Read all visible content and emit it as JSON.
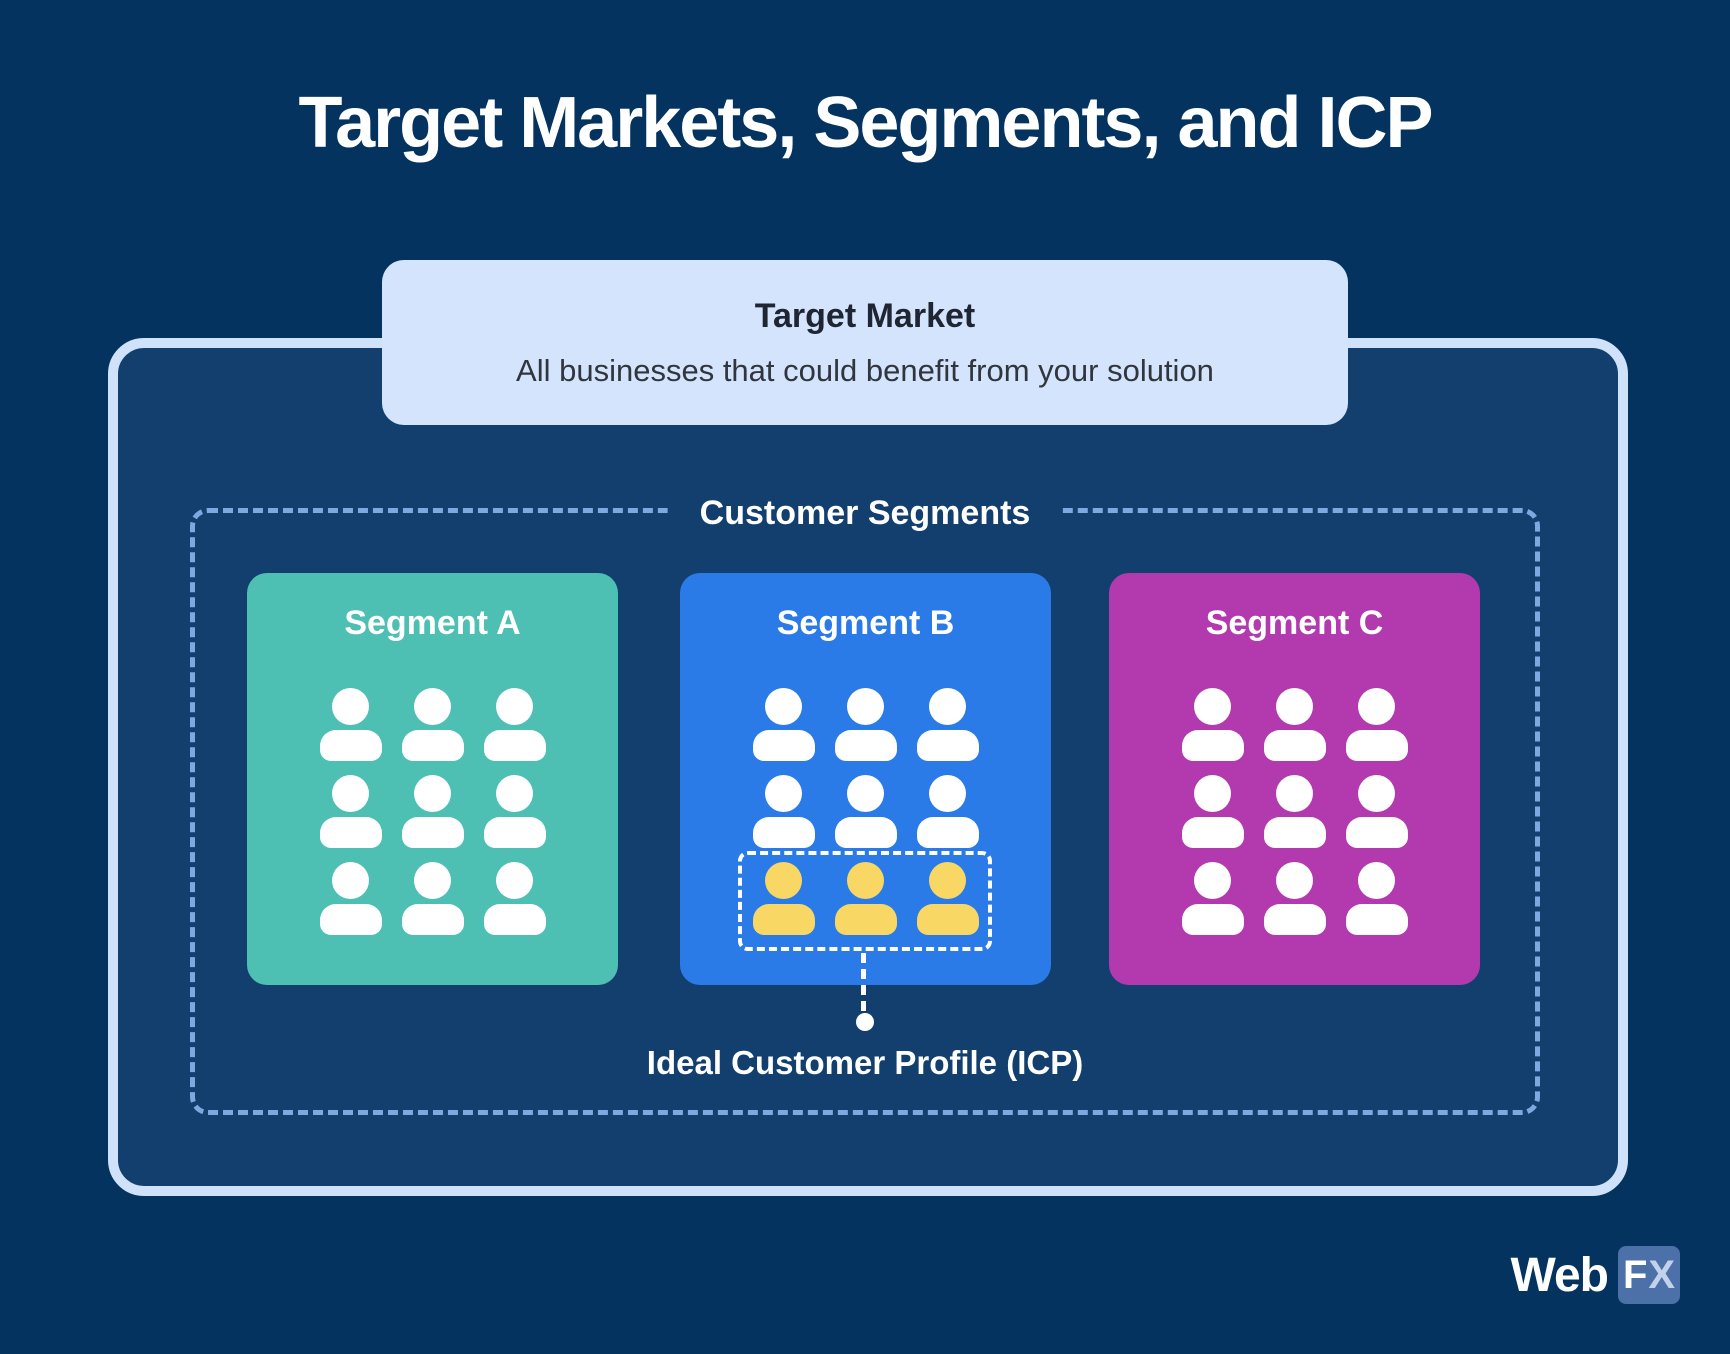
{
  "page": {
    "title": "Target Markets, Segments, and ICP",
    "background_color": "#04335F",
    "panel_background_color": "#123F6E",
    "panel_border_color": "#CFE2FA"
  },
  "target_market": {
    "title": "Target Market",
    "description": "All businesses that could benefit from your solution",
    "background_color": "#D3E4FC"
  },
  "customer_segments": {
    "label": "Customer Segments",
    "outline_color": "#7EA8DF",
    "segments": [
      {
        "name": "Segment A",
        "color": "#4DBFB3",
        "icon_color": "#FFFFFF",
        "people": 9
      },
      {
        "name": "Segment B",
        "color": "#2A7BE8",
        "icon_color": "#FFFFFF",
        "people": 9,
        "highlight": {
          "people": 3,
          "icon_color": "#F8D765",
          "box_color": "#FFFFFF"
        }
      },
      {
        "name": "Segment C",
        "color": "#B23AAE",
        "icon_color": "#FFFFFF",
        "people": 9
      }
    ]
  },
  "icp": {
    "label": "Ideal Customer Profile (ICP)",
    "connector_color": "#FFFFFF"
  },
  "logo": {
    "web": "Web",
    "f": "F",
    "x": "X",
    "badge_color": "#4C70A8"
  }
}
